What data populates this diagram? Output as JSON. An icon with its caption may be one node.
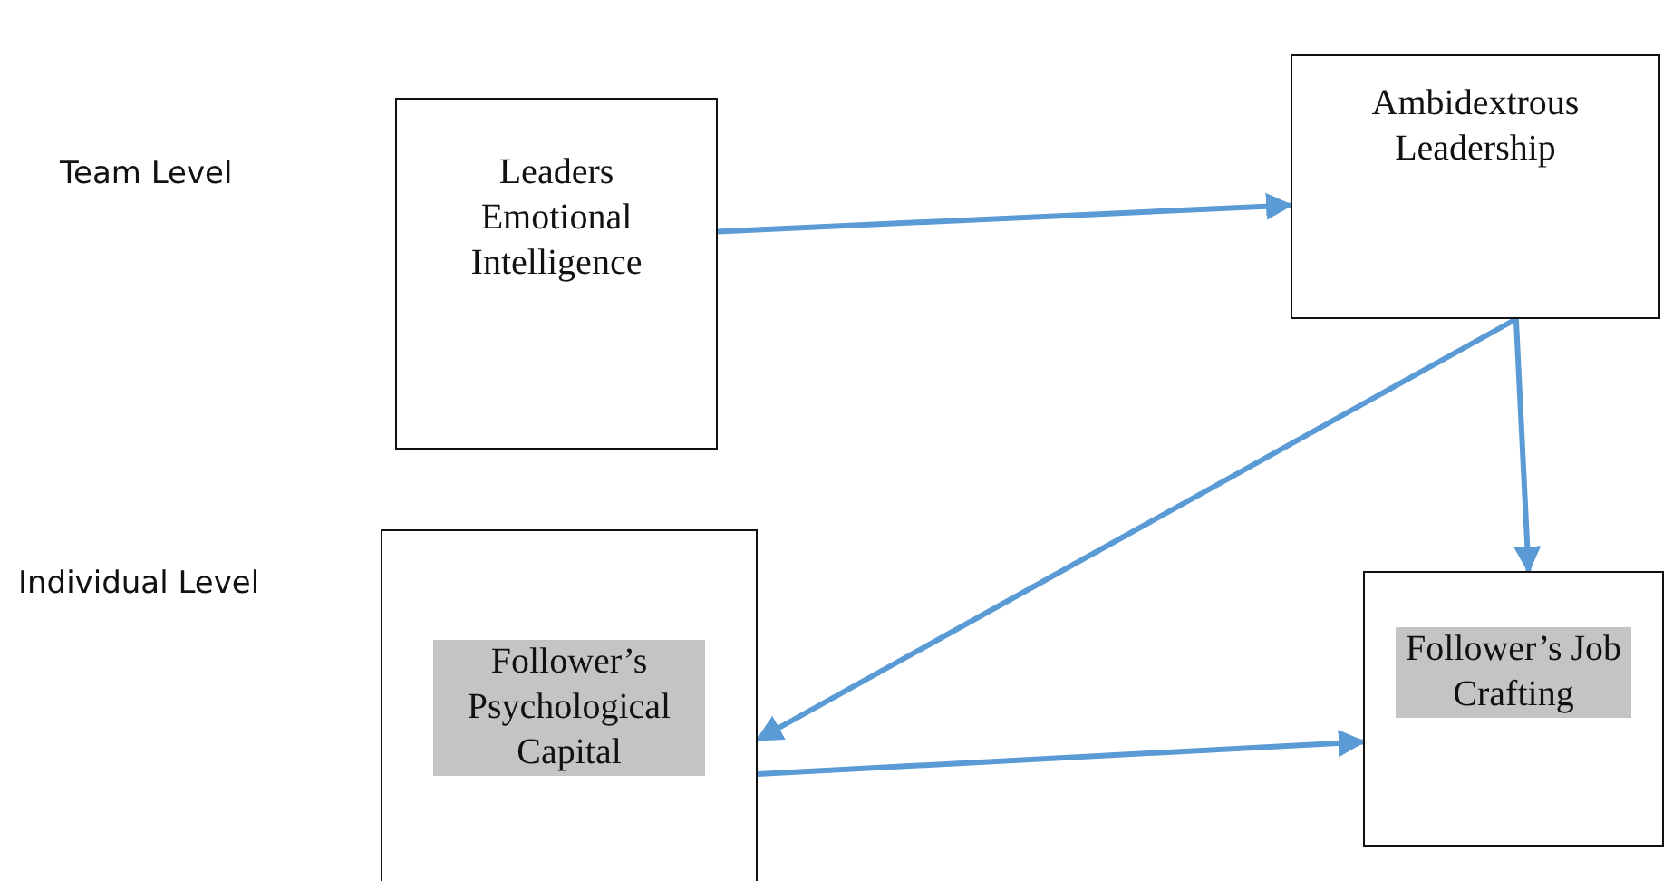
{
  "diagram": {
    "nodes": [
      {
        "text": [
          "Leaders Emotional Intelligence"
        ]
      },
      {
        "text": [
          "Ambidextrous Leadership"
        ]
      },
      {
        "text": [
          "Follower’s Psychological Capital"
        ]
      },
      {
        "text": [
          "Follower’s Job Crafting"
        ]
      }
    ],
    "edges": [
      {
        "from": 0,
        "to": 1,
        "arrow": "to"
      },
      {
        "from": 1,
        "to": 2,
        "arrow": "to"
      },
      {
        "from": 1,
        "to": 3,
        "arrow": "to"
      },
      {
        "from": 2,
        "to": 3,
        "arrow": "to"
      }
    ],
    "labels": [
      "Team Level",
      "Individual Level"
    ]
  }
}
